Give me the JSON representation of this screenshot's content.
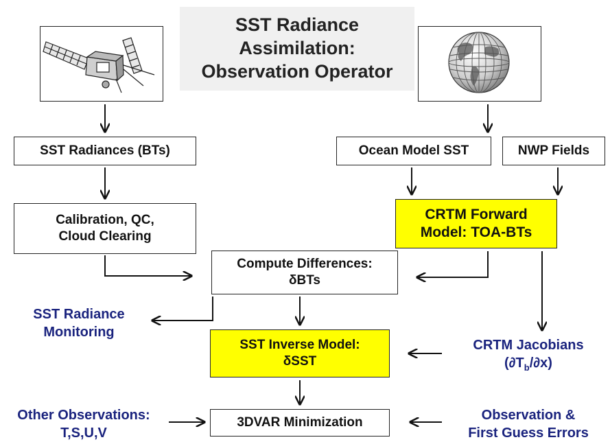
{
  "title": {
    "line1": "SST Radiance",
    "line2": "Assimilation:",
    "line3": "Observation Operator"
  },
  "boxes": {
    "sst_radiances": "SST Radiances (BTs)",
    "calibration": {
      "line1": "Calibration, QC,",
      "line2": "Cloud Clearing"
    },
    "ocean_model": "Ocean Model SST",
    "nwp_fields": "NWP Fields",
    "crtm_forward": {
      "line1": "CRTM Forward",
      "line2": "Model: TOA-BTs"
    },
    "compute_diff": {
      "line1": "Compute Differences:",
      "line2": "δBTs"
    },
    "inverse_model": {
      "line1": "SST Inverse Model:",
      "line2": "δSST"
    },
    "minimization": "3DVAR Minimization"
  },
  "labels": {
    "monitoring": {
      "line1": "SST Radiance",
      "line2": "Monitoring"
    },
    "jacobians": {
      "line1": "CRTM Jacobians",
      "line2_a": "(∂T",
      "line2_sub": "b",
      "line2_b": "/∂x)"
    },
    "other_obs": {
      "line1": "Other Observations:",
      "line2": "T,S,U,V"
    },
    "obs_errors": {
      "line1": "Observation &",
      "line2": "First Guess Errors"
    }
  },
  "icons": {
    "satellite": "satellite-icon",
    "globe": "globe-icon"
  },
  "colors": {
    "highlight": "#ffff00",
    "label_blue": "#1a237e",
    "title_bg": "#f0f0f0"
  }
}
